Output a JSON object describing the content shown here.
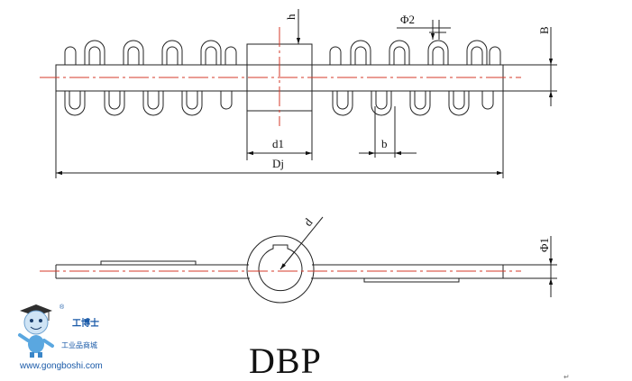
{
  "drawing": {
    "title": "DBP",
    "front_view": {
      "dimensions": {
        "h": "h",
        "phi2": "Φ2",
        "B": "B",
        "d1": "d1",
        "b": "b",
        "Dj": "Dj"
      }
    },
    "side_view": {
      "dimensions": {
        "d": "d",
        "phi1": "Φ1"
      }
    }
  },
  "watermark": {
    "brand_cn": "工博士",
    "brand_sub": "工业品商城",
    "url": "www.gongboshi.com",
    "registered": "®"
  },
  "corner_mark": "↵",
  "colors": {
    "line": "#222222",
    "centerline": "#d43a2a",
    "watermark": "#1a5aa8"
  }
}
